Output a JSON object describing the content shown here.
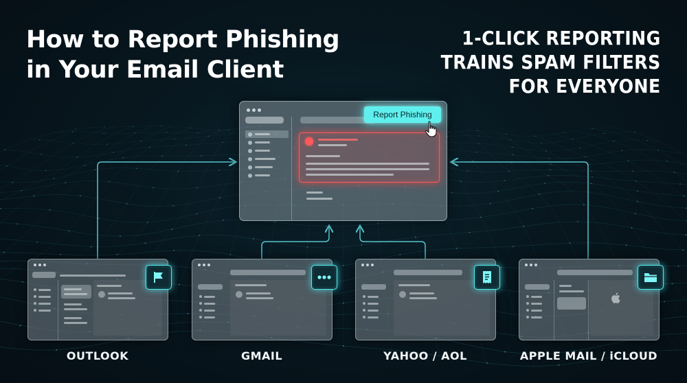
{
  "title": {
    "line1": "How to Report Phishing",
    "line2": "in Your Email Client"
  },
  "tagline": {
    "line1": "1-CLICK REPORTING",
    "line2": "TRAINS SPAM FILTERS",
    "line3": "FOR EVERYONE"
  },
  "main_window": {
    "report_button_label": "Report Phishing",
    "cursor_icon": "hand-pointer-icon",
    "warning_color": "#ff5a5a"
  },
  "clients": [
    {
      "label": "OUTLOOK",
      "icon": "flag-icon"
    },
    {
      "label": "GMAIL",
      "icon": "more-horizontal-icon"
    },
    {
      "label": "YAHOO / AOL",
      "icon": "receipt-icon"
    },
    {
      "label": "APPLE MAIL / iCLOUD",
      "icon": "folder-icon"
    }
  ],
  "colors": {
    "accent": "#4fe8ea",
    "button": "#5ff0ee",
    "alert": "#ff5a5a",
    "background": "#081820"
  }
}
